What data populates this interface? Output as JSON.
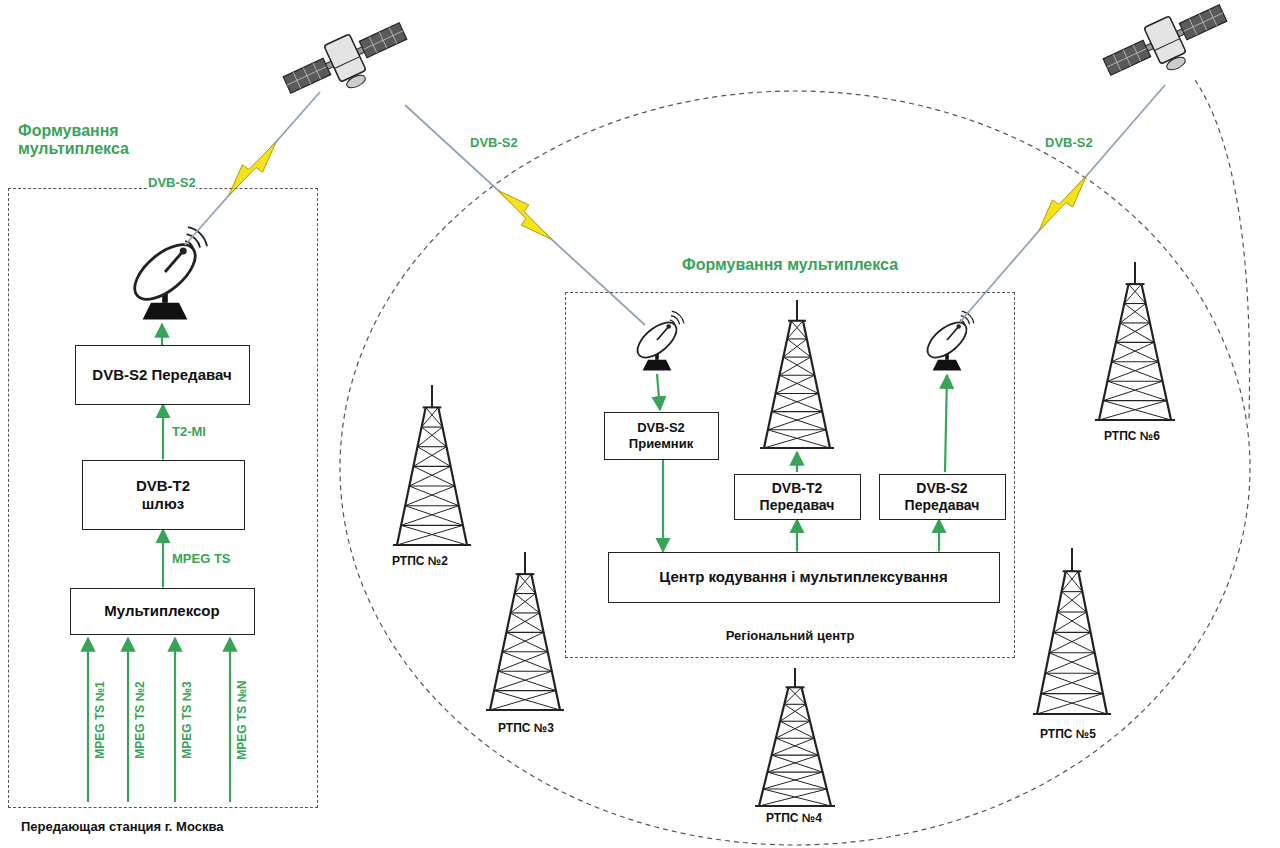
{
  "diagram": {
    "nodes": [
      {
        "text": [
          "Передающая станция г. Москва"
        ]
      },
      {
        "text": [
          "DVB-S2 Передавач"
        ],
        "in": 0
      },
      {
        "text": [
          "DVB-T2 шлюз"
        ],
        "in": 0
      },
      {
        "text": [
          "Мультиплексор"
        ],
        "in": 0
      },
      {
        "text": [
          "Регіональний центр"
        ]
      },
      {
        "text": [
          "DVB-S2 Приемник"
        ],
        "in": 4
      },
      {
        "text": [
          "DVB-T2 Передавач"
        ],
        "in": 4
      },
      {
        "text": [
          "DVB-S2 Передавач"
        ],
        "in": 4
      },
      {
        "text": [
          "Центр кодування і мультиплексування"
        ],
        "in": 4
      }
    ],
    "edges": [
      {
        "from": 3,
        "to": 2,
        "arrow": "to",
        "label": "MPEG TS"
      },
      {
        "from": 2,
        "to": 1,
        "arrow": "to",
        "label": "T2-MI"
      },
      {
        "from": 5,
        "to": 8,
        "arrow": "to"
      },
      {
        "from": 8,
        "to": 6,
        "arrow": "to"
      },
      {
        "from": 8,
        "to": 7,
        "arrow": "to"
      }
    ],
    "labels": [
      "Формування мультиплекса",
      "Формування мультиплекса",
      "DVB-S2",
      "DVB-S2",
      "DVB-S2",
      "MPEG TS №1",
      "MPEG TS №2",
      "MPEG TS №3",
      "MPEG TS №N",
      "РТПС №2",
      "РТПС №3",
      "РТПС №4",
      "РТПС №5",
      "РТПС №6"
    ]
  }
}
